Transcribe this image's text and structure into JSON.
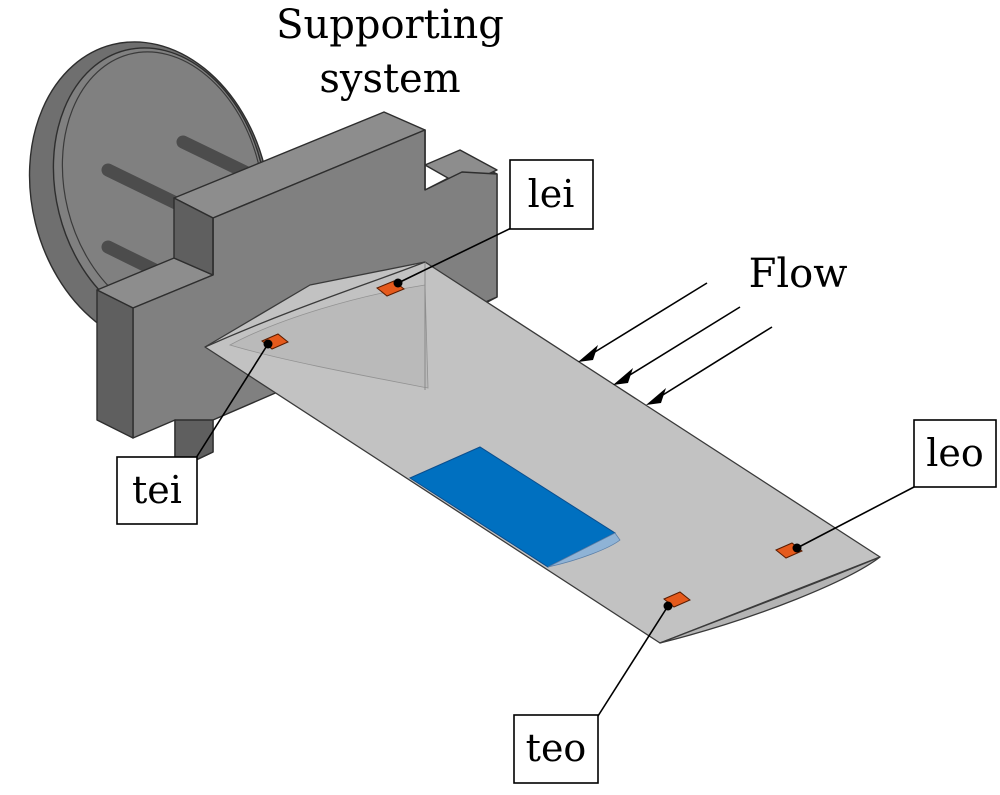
{
  "labels": {
    "support_line1": "Supporting",
    "support_line2": "system",
    "flow": "Flow",
    "sensor_lei": "lei",
    "sensor_tei": "tei",
    "sensor_leo": "leo",
    "sensor_teo": "teo"
  },
  "colors": {
    "support_gray": "#808080",
    "wing_gray": "#c2c2c2",
    "flap_blue": "#0070c0",
    "sensor_orange": "#e55a1c"
  },
  "icons": {
    "flow_arrows": "arrow-icon"
  }
}
